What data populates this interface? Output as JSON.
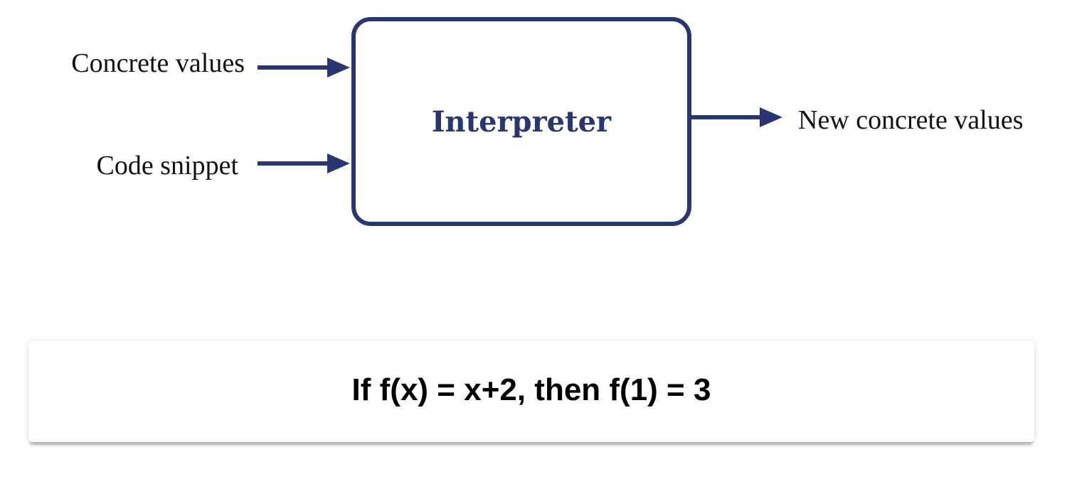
{
  "diagram": {
    "inputs": [
      {
        "label": "Concrete values"
      },
      {
        "label": "Code snippet"
      }
    ],
    "process": {
      "label": "Interpreter"
    },
    "output": {
      "label": "New concrete values"
    },
    "colors": {
      "accent": "#2a3670",
      "text": "#111111"
    }
  },
  "caption": {
    "text": "If f(x) = x+2, then f(1) = 3"
  }
}
